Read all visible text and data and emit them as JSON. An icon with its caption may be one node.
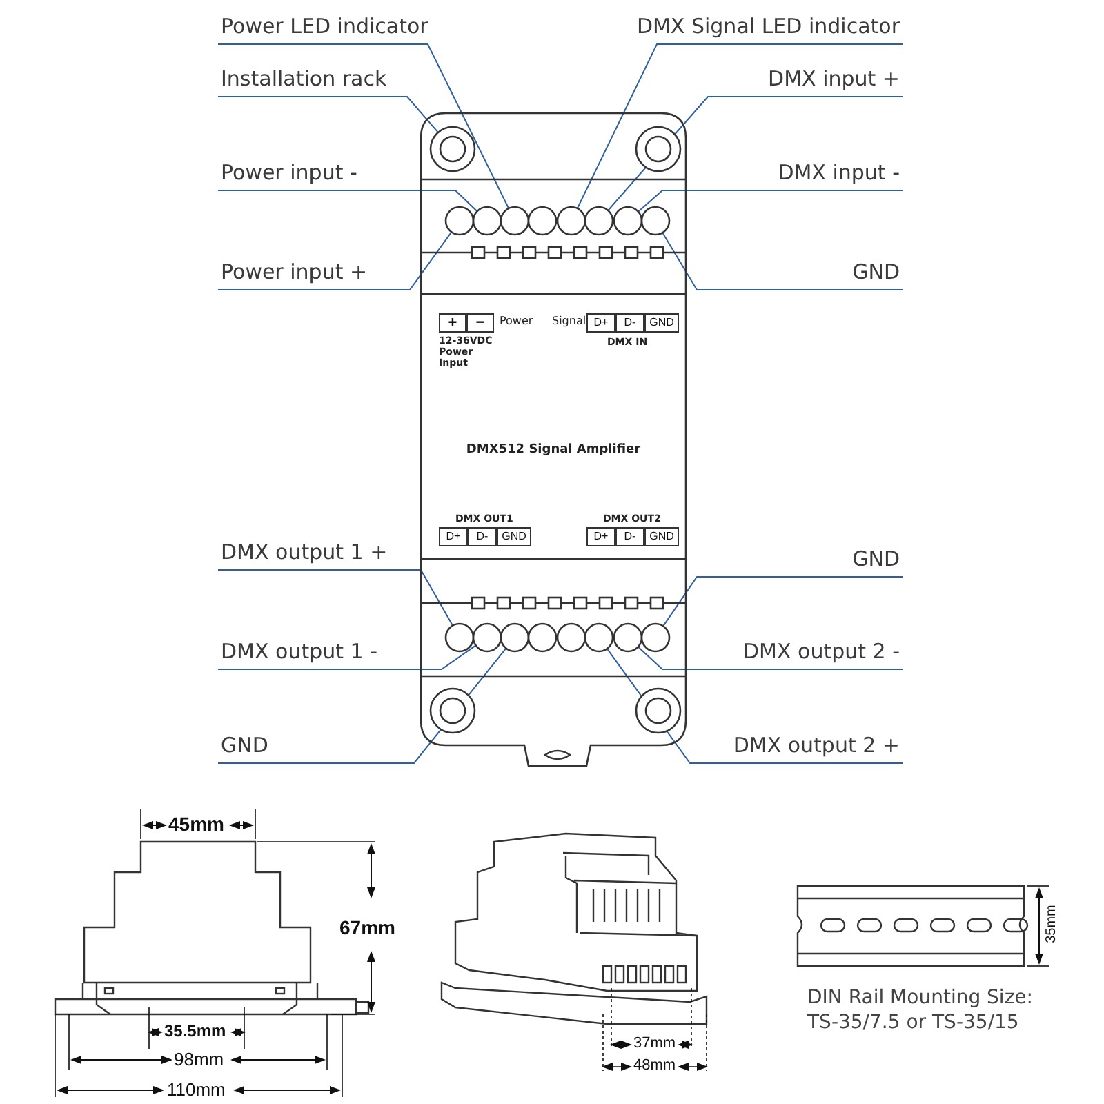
{
  "diagram": {
    "nodes": [
      {
        "text": [
          "Power LED indicator"
        ]
      },
      {
        "text": [
          "DMX Signal LED indicator"
        ]
      },
      {
        "text": [
          "Installation rack"
        ]
      },
      {
        "text": [
          "DMX input +"
        ]
      },
      {
        "text": [
          "Power input -"
        ]
      },
      {
        "text": [
          "DMX input -"
        ]
      },
      {
        "text": [
          "Power input +"
        ]
      },
      {
        "text": [
          "GND"
        ]
      },
      {
        "text": [
          "DMX output 1 +"
        ]
      },
      {
        "text": [
          "GND"
        ]
      },
      {
        "text": [
          "DMX output 1 -"
        ]
      },
      {
        "text": [
          "DMX output 2 -"
        ]
      },
      {
        "text": [
          "GND"
        ]
      },
      {
        "text": [
          "DMX output 2 +"
        ]
      },
      {
        "text": [],
        "shape": "circle"
      },
      {
        "text": [],
        "shape": "circle"
      },
      {
        "text": [],
        "shape": "circle"
      },
      {
        "text": [],
        "shape": "circle"
      },
      {
        "text": [],
        "shape": "circle"
      },
      {
        "text": [],
        "shape": "circle"
      },
      {
        "text": [],
        "shape": "circle"
      },
      {
        "text": [],
        "shape": "circle"
      },
      {
        "text": [],
        "shape": "circle"
      },
      {
        "text": [],
        "shape": "circle"
      },
      {
        "text": [],
        "shape": "circle"
      },
      {
        "text": [],
        "shape": "circle"
      },
      {
        "text": [],
        "shape": "circle"
      },
      {
        "text": [],
        "shape": "circle"
      },
      {
        "text": [],
        "shape": "circle"
      },
      {
        "text": [],
        "shape": "circle"
      },
      {
        "text": [],
        "shape": "circle"
      },
      {
        "text": [],
        "shape": "circle"
      },
      {
        "text": [],
        "shape": "circle"
      },
      {
        "text": [],
        "shape": "circle"
      },
      {
        "text": [
          "+"
        ]
      },
      {
        "text": [
          "−"
        ]
      },
      {
        "text": [
          "D+"
        ]
      },
      {
        "text": [
          "D-"
        ]
      },
      {
        "text": [
          "GND"
        ]
      },
      {
        "text": [
          "D+"
        ]
      },
      {
        "text": [
          "D-"
        ]
      },
      {
        "text": [
          "GND"
        ]
      },
      {
        "text": [
          "D+"
        ]
      },
      {
        "text": [
          "D-"
        ]
      },
      {
        "text": [
          "GND"
        ]
      }
    ],
    "edges": [
      {
        "from": 0,
        "to": 18,
        "arrow": "none"
      },
      {
        "from": 1,
        "to": 20,
        "arrow": "none"
      },
      {
        "from": 2,
        "to": 14,
        "arrow": "none"
      },
      {
        "from": 3,
        "to": 21,
        "arrow": "none"
      },
      {
        "from": 4,
        "to": 17,
        "arrow": "none"
      },
      {
        "from": 5,
        "to": 22,
        "arrow": "none"
      },
      {
        "from": 6,
        "to": 16,
        "arrow": "none"
      },
      {
        "from": 7,
        "to": 23,
        "arrow": "none"
      },
      {
        "from": 8,
        "to": 24,
        "arrow": "none"
      },
      {
        "from": 9,
        "to": 31,
        "arrow": "none"
      },
      {
        "from": 10,
        "to": 25,
        "arrow": "none"
      },
      {
        "from": 11,
        "to": 30,
        "arrow": "none"
      },
      {
        "from": 12,
        "to": 26,
        "arrow": "none"
      },
      {
        "from": 13,
        "to": 29,
        "arrow": "none"
      }
    ],
    "labels": [
      "Power",
      "Signal",
      "12-36VDC Power Input",
      "DMX IN",
      "DMX512 Signal Amplifier",
      "DMX OUT1",
      "DMX OUT2",
      "45mm",
      "67mm",
      "35.5mm",
      "98mm",
      "110mm",
      "37mm",
      "48mm",
      "35mm",
      "DIN Rail Mounting Size: TS-35/7.5 or TS-35/15"
    ]
  }
}
